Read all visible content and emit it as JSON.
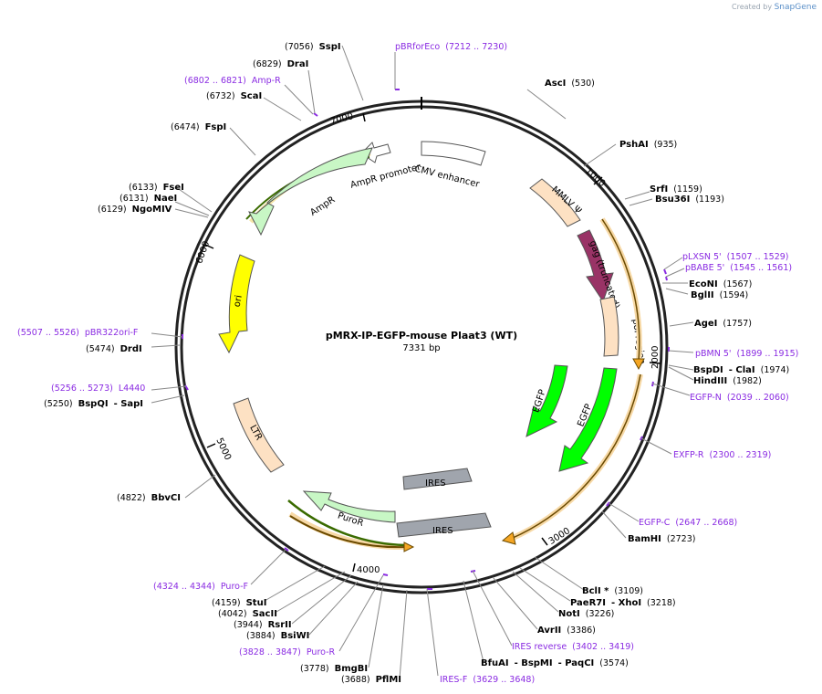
{
  "watermark": {
    "created_by": "Created by",
    "brand": "SnapGene"
  },
  "plasmid": {
    "name": "pMRX-IP-EGFP-mouse Plaat3 (WT)",
    "length_label": "7331 bp",
    "length": 7331
  },
  "ticks": [
    "1000",
    "2000",
    "3000",
    "4000",
    "5000",
    "6000",
    "7000"
  ],
  "sites": [
    {
      "id": "AscI",
      "parts": [
        {
          "t": "AscI",
          "k": "name"
        },
        {
          "t": "(530)",
          "k": "pos"
        }
      ]
    },
    {
      "id": "PshAI",
      "parts": [
        {
          "t": "PshAI",
          "k": "name"
        },
        {
          "t": "(935)",
          "k": "pos"
        }
      ]
    },
    {
      "id": "SrfI",
      "parts": [
        {
          "t": "SrfI",
          "k": "name"
        },
        {
          "t": "(1159)",
          "k": "pos"
        }
      ]
    },
    {
      "id": "Bsu36I",
      "parts": [
        {
          "t": "Bsu36I",
          "k": "name"
        },
        {
          "t": "(1193)",
          "k": "pos"
        }
      ]
    },
    {
      "id": "pLXSN5",
      "parts": [
        {
          "t": "pLXSN 5'",
          "k": "primer"
        },
        {
          "t": "(1507 .. 1529)",
          "k": "primer"
        }
      ]
    },
    {
      "id": "pBABE5",
      "parts": [
        {
          "t": "pBABE 5'",
          "k": "primer"
        },
        {
          "t": "(1545 .. 1561)",
          "k": "primer"
        }
      ]
    },
    {
      "id": "EcoNI",
      "parts": [
        {
          "t": "EcoNI",
          "k": "name"
        },
        {
          "t": "(1567)",
          "k": "pos"
        }
      ]
    },
    {
      "id": "BglII",
      "parts": [
        {
          "t": "BglII",
          "k": "name"
        },
        {
          "t": "(1594)",
          "k": "pos"
        }
      ]
    },
    {
      "id": "AgeI",
      "parts": [
        {
          "t": "AgeI",
          "k": "name"
        },
        {
          "t": "(1757)",
          "k": "pos"
        }
      ]
    },
    {
      "id": "pBMN5",
      "parts": [
        {
          "t": "pBMN 5'",
          "k": "primer"
        },
        {
          "t": "(1899 .. 1915)",
          "k": "primer"
        }
      ]
    },
    {
      "id": "BspDI",
      "parts": [
        {
          "t": "BspDI",
          "k": "name"
        },
        {
          "t": "- ClaI",
          "k": "name"
        },
        {
          "t": "(1974)",
          "k": "pos"
        }
      ]
    },
    {
      "id": "HindIII",
      "parts": [
        {
          "t": "HindIII",
          "k": "name"
        },
        {
          "t": "(1982)",
          "k": "pos"
        }
      ]
    },
    {
      "id": "EGFPN",
      "parts": [
        {
          "t": "EGFP-N",
          "k": "primer"
        },
        {
          "t": "(2039 .. 2060)",
          "k": "primer"
        }
      ]
    },
    {
      "id": "EXFPR",
      "parts": [
        {
          "t": "EXFP-R",
          "k": "primer"
        },
        {
          "t": "(2300 .. 2319)",
          "k": "primer"
        }
      ]
    },
    {
      "id": "EGFPC",
      "parts": [
        {
          "t": "EGFP-C",
          "k": "primer"
        },
        {
          "t": "(2647 .. 2668)",
          "k": "primer"
        }
      ]
    },
    {
      "id": "BamHI",
      "parts": [
        {
          "t": "BamHI",
          "k": "name"
        },
        {
          "t": "(2723)",
          "k": "pos"
        }
      ]
    },
    {
      "id": "BclI",
      "parts": [
        {
          "t": "BclI *",
          "k": "name"
        },
        {
          "t": "(3109)",
          "k": "pos"
        }
      ]
    },
    {
      "id": "PaeR7I",
      "parts": [
        {
          "t": "PaeR7I",
          "k": "name"
        },
        {
          "t": "- XhoI",
          "k": "name"
        },
        {
          "t": "(3218)",
          "k": "pos"
        }
      ]
    },
    {
      "id": "NotI",
      "parts": [
        {
          "t": "NotI",
          "k": "name"
        },
        {
          "t": "(3226)",
          "k": "pos"
        }
      ]
    },
    {
      "id": "AvrII",
      "parts": [
        {
          "t": "AvrII",
          "k": "name"
        },
        {
          "t": "(3386)",
          "k": "pos"
        }
      ]
    },
    {
      "id": "IRESrev",
      "parts": [
        {
          "t": "IRES reverse",
          "k": "primer"
        },
        {
          "t": "(3402 .. 3419)",
          "k": "primer"
        }
      ]
    },
    {
      "id": "BfuAI",
      "parts": [
        {
          "t": "BfuAI",
          "k": "name"
        },
        {
          "t": "- BspMI",
          "k": "name"
        },
        {
          "t": "- PaqCI",
          "k": "name"
        },
        {
          "t": "(3574)",
          "k": "pos"
        }
      ]
    },
    {
      "id": "IRESF",
      "parts": [
        {
          "t": "IRES-F",
          "k": "primer"
        },
        {
          "t": "(3629 .. 3648)",
          "k": "primer"
        }
      ]
    },
    {
      "id": "PflMI",
      "parts": [
        {
          "t": "(3688)",
          "k": "pos"
        },
        {
          "t": "PflMI",
          "k": "name"
        }
      ]
    },
    {
      "id": "BmgBI",
      "parts": [
        {
          "t": "(3778)",
          "k": "pos"
        },
        {
          "t": "BmgBI",
          "k": "name"
        }
      ]
    },
    {
      "id": "PuroR",
      "parts": [
        {
          "t": "(3828 .. 3847)",
          "k": "primer"
        },
        {
          "t": "Puro-R",
          "k": "primer"
        }
      ]
    },
    {
      "id": "BsiWI",
      "parts": [
        {
          "t": "(3884)",
          "k": "pos"
        },
        {
          "t": "BsiWI",
          "k": "name"
        }
      ]
    },
    {
      "id": "RsrII",
      "parts": [
        {
          "t": "(3944)",
          "k": "pos"
        },
        {
          "t": "RsrII",
          "k": "name"
        }
      ]
    },
    {
      "id": "SacII",
      "parts": [
        {
          "t": "(4042)",
          "k": "pos"
        },
        {
          "t": "SacII",
          "k": "name"
        }
      ]
    },
    {
      "id": "StuI",
      "parts": [
        {
          "t": "(4159)",
          "k": "pos"
        },
        {
          "t": "StuI",
          "k": "name"
        }
      ]
    },
    {
      "id": "PuroF",
      "parts": [
        {
          "t": "(4324 .. 4344)",
          "k": "primer"
        },
        {
          "t": "Puro-F",
          "k": "primer"
        }
      ]
    },
    {
      "id": "BbvCI",
      "parts": [
        {
          "t": "(4822)",
          "k": "pos"
        },
        {
          "t": "BbvCI",
          "k": "name"
        }
      ]
    },
    {
      "id": "BspQI",
      "parts": [
        {
          "t": "(5250)",
          "k": "pos"
        },
        {
          "t": "BspQI",
          "k": "name"
        },
        {
          "t": "- SapI",
          "k": "name"
        }
      ]
    },
    {
      "id": "L4440",
      "parts": [
        {
          "t": "(5256 .. 5273)",
          "k": "primer"
        },
        {
          "t": "L4440",
          "k": "primer"
        }
      ]
    },
    {
      "id": "DrdI",
      "parts": [
        {
          "t": "(5474)",
          "k": "pos"
        },
        {
          "t": "DrdI",
          "k": "name"
        }
      ]
    },
    {
      "id": "pBR322oriF",
      "parts": [
        {
          "t": "(5507 .. 5526)",
          "k": "primer"
        },
        {
          "t": "pBR322ori-F",
          "k": "primer"
        }
      ]
    },
    {
      "id": "NgoMIV",
      "parts": [
        {
          "t": "(6129)",
          "k": "pos"
        },
        {
          "t": "NgoMIV",
          "k": "name"
        }
      ]
    },
    {
      "id": "NaeI",
      "parts": [
        {
          "t": "(6131)",
          "k": "pos"
        },
        {
          "t": "NaeI",
          "k": "name"
        }
      ]
    },
    {
      "id": "FseI",
      "parts": [
        {
          "t": "(6133)",
          "k": "pos"
        },
        {
          "t": "FseI",
          "k": "name"
        }
      ]
    },
    {
      "id": "FspI",
      "parts": [
        {
          "t": "(6474)",
          "k": "pos"
        },
        {
          "t": "FspI",
          "k": "name"
        }
      ]
    },
    {
      "id": "ScaI",
      "parts": [
        {
          "t": "(6732)",
          "k": "pos"
        },
        {
          "t": "ScaI",
          "k": "name"
        }
      ]
    },
    {
      "id": "AmpR",
      "parts": [
        {
          "t": "(6802 .. 6821)",
          "k": "primer"
        },
        {
          "t": "Amp-R",
          "k": "primer"
        }
      ]
    },
    {
      "id": "DraI",
      "parts": [
        {
          "t": "(6829)",
          "k": "pos"
        },
        {
          "t": "DraI",
          "k": "name"
        }
      ]
    },
    {
      "id": "SspI",
      "parts": [
        {
          "t": "(7056)",
          "k": "pos"
        },
        {
          "t": "SspI",
          "k": "name"
        }
      ]
    },
    {
      "id": "pBRforEco",
      "parts": [
        {
          "t": "pBRforEco",
          "k": "primer"
        },
        {
          "t": "(7212 .. 7230)",
          "k": "primer"
        }
      ]
    }
  ],
  "features": {
    "cmv": "CMV enhancer",
    "amp_promoter": "AmpR promoter",
    "ampr": "AmpR",
    "mmlv": "MMLV Ψ",
    "gag": "gag (truncated)",
    "pol": "pol region",
    "ori": "ori",
    "egfp1": "EGFP",
    "egfp2": "EGFP",
    "ltr": "LTR",
    "ires1": "IRES",
    "ires2": "IRES",
    "puror": "PuroR"
  },
  "colors": {
    "ampr": "#c8f7c5",
    "ori": "#ffff00",
    "egfp": "#00ff00",
    "gag": "#993366",
    "mmlv": "#fde1c3",
    "ltr": "#fde1c3",
    "ires": "#a0a5ad",
    "orf": "#f5a623",
    "primer": "#8a2be2"
  }
}
